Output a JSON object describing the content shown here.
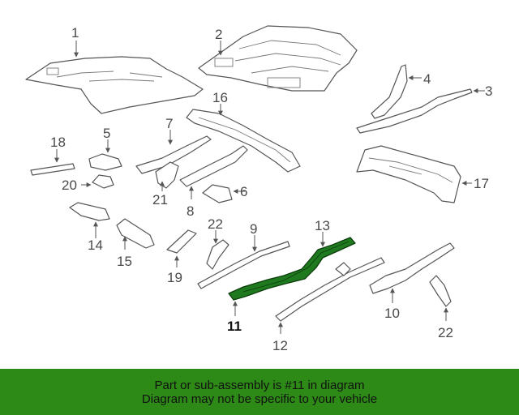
{
  "diagram": {
    "callouts": {
      "c1": "1",
      "c2": "2",
      "c3": "3",
      "c4": "4",
      "c5": "5",
      "c6": "6",
      "c7": "7",
      "c8": "8",
      "c9": "9",
      "c10": "10",
      "c11": "11",
      "c12": "12",
      "c13": "13",
      "c14": "14",
      "c15": "15",
      "c16": "16",
      "c17": "17",
      "c18": "18",
      "c19": "19",
      "c20": "20",
      "c21": "21",
      "c22a": "22",
      "c22b": "22"
    },
    "highlight_color": "#1f7a1f"
  },
  "banner": {
    "line1": "Part or sub-assembly is #11 in diagram",
    "line2": "Diagram may not be specific to your vehicle",
    "background": "#2d8a16"
  }
}
